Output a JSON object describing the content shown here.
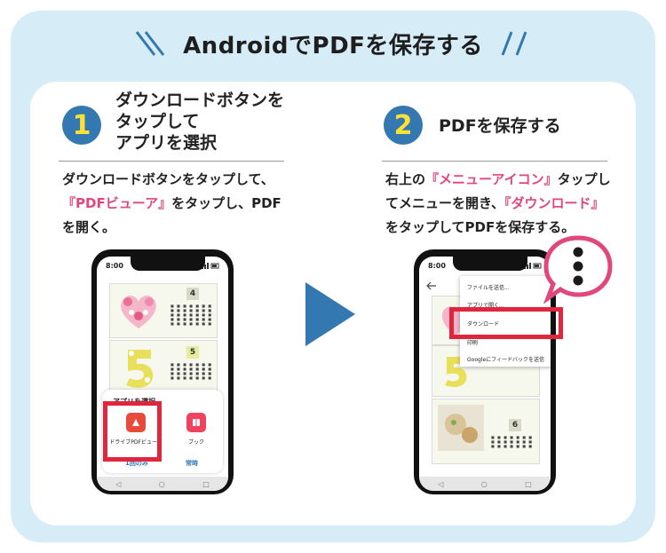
{
  "header": {
    "title": "AndroidでPDFを保存する"
  },
  "colors": {
    "frame": "#d6ecf7",
    "accent_blue": "#3378b0",
    "badge_number": "#ffe135",
    "highlight_red": "#e0263d",
    "pink_text": "#e0477c"
  },
  "steps": [
    {
      "number": "1",
      "title": "ダウンロードボタンを\nタップして\nアプリを選択",
      "desc": {
        "l1": "ダウンロードボタンをタップして、",
        "l2_pink": "『PDFビューア』",
        "l2_rest": "をタップし、PDF",
        "l3": "を開く。"
      },
      "phone": {
        "time": "8:00",
        "cal_numbers": [
          "4",
          "5"
        ],
        "sheet_title": "アプリを選択",
        "apps": [
          {
            "label": "ドライブPDFビューア",
            "icon": "drive-pdf-icon"
          },
          {
            "label": "ブック",
            "icon": "book-app-icon"
          }
        ],
        "buttons": {
          "once": "1回のみ",
          "always": "常時"
        }
      }
    },
    {
      "number": "2",
      "title": "PDFを保存する",
      "desc": {
        "l1_a": "右上の",
        "l1_pink": "『メニューアイコン』",
        "l1_b": "タップし",
        "l2_a": "てメニューを開き、",
        "l2_pink": "『ダウンロード』",
        "l3": "をタップしてPDFを保存する。"
      },
      "phone": {
        "time": "8:00",
        "cal_numbers": [
          "6"
        ],
        "menu_items": [
          "ファイルを送信...",
          "アプリで開く...",
          "ダウンロード",
          "印刷",
          "Googleにフィードバックを送信"
        ]
      }
    }
  ],
  "nav_icons": [
    "back-icon",
    "home-icon",
    "recent-apps-icon"
  ],
  "next_arrow_icon": "play-arrow-icon",
  "menu_bubble_icon": "more-vert-icon"
}
